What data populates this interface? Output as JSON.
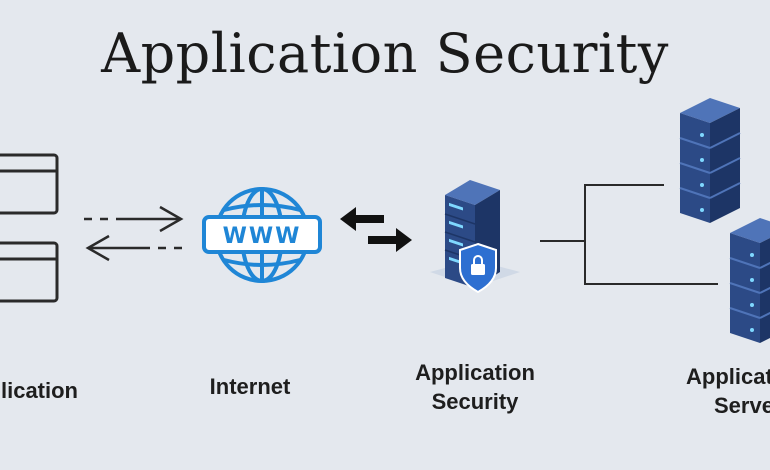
{
  "title": "Application Security",
  "labels": {
    "application": "Application",
    "internet": "Internet",
    "security_line1": "Application",
    "security_line2": "Security",
    "servers_line1": "Application",
    "servers_line2": "Servers"
  },
  "globe_text": "WWW",
  "colors": {
    "background": "#e4e8ee",
    "globe_blue": "#1f86d6",
    "server_dark": "#1d3566",
    "server_mid": "#2c4a86",
    "server_light": "#4f74b8",
    "led": "#7fd8ff",
    "shield": "#2d6fd1",
    "line": "#2a2a2a"
  },
  "icons": [
    "browser-window-icon",
    "arrow-right-icon",
    "arrow-left-icon",
    "www-globe-icon",
    "bidirectional-arrows-icon",
    "security-server-icon",
    "shield-lock-icon",
    "server-stack-icon"
  ]
}
